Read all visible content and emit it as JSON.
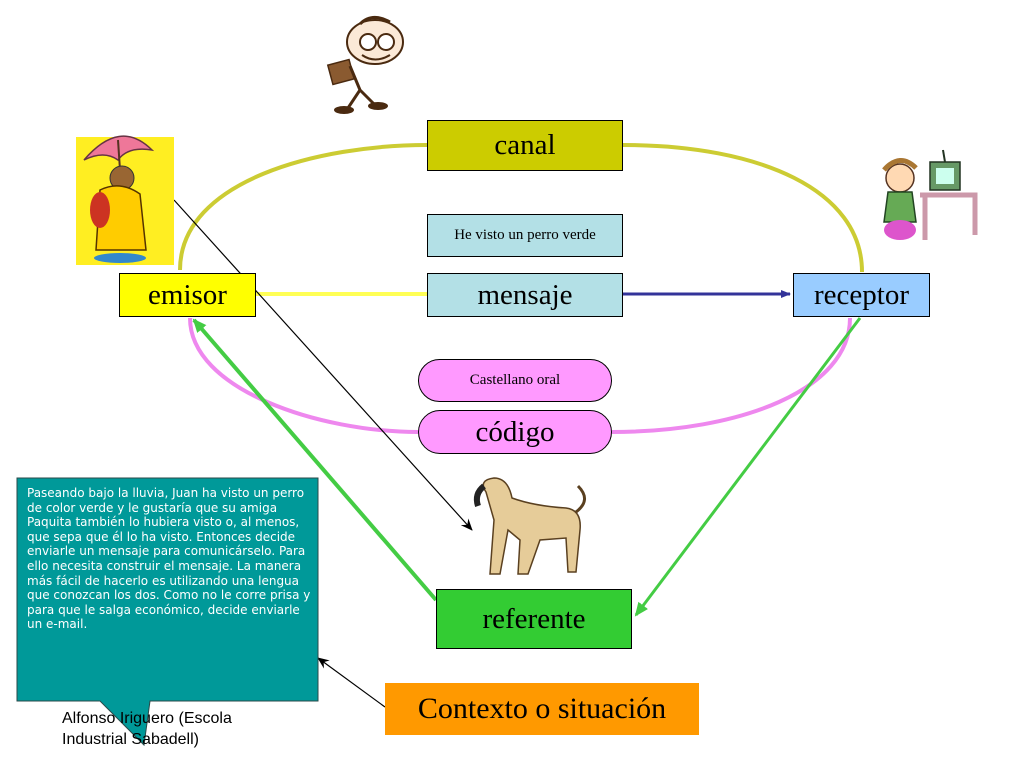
{
  "diagram": {
    "nodes": {
      "canal": "canal",
      "message_example": "He visto un perro verde",
      "emisor": "emisor",
      "mensaje": "mensaje",
      "receptor": "receptor",
      "code_example": "Castellano oral",
      "codigo": "código",
      "referente": "referente",
      "contexto": "Contexto o situación"
    },
    "callout": "Paseando bajo la lluvia, Juan ha visto un perro de color verde y le gustaría que su amiga Paquita también lo hubiera visto o, al menos, que sepa que él lo ha visto. Entonces decide enviarle un mensaje para comunicárselo. Para ello necesita construir el mensaje. La manera más fácil de hacerlo es utilizando una lengua que conozcan los dos. Como no le corre prisa y para que le salga económico, decide enviarle un e-mail.",
    "credit": "Alfonso Iriguero (Escola Industrial Sabadell)",
    "colors": {
      "canal_fill": "#cccc00",
      "canal_line": "#cccc33",
      "emisor_fill": "#ffff00",
      "mensaje_fill": "#b3e0e6",
      "receptor_fill": "#99ccff",
      "codigo_fill": "#ff99ff",
      "codigo_line": "#ee88ee",
      "referente_fill": "#33cc33",
      "feedback_arrow": "#44cc44",
      "message_arrow": "#333399",
      "contexto_fill": "#ff9900",
      "callout_fill": "#009999"
    },
    "icons": [
      "umbrella-person-icon",
      "nerd-runner-icon",
      "girl-computer-icon",
      "dog-icon"
    ]
  }
}
